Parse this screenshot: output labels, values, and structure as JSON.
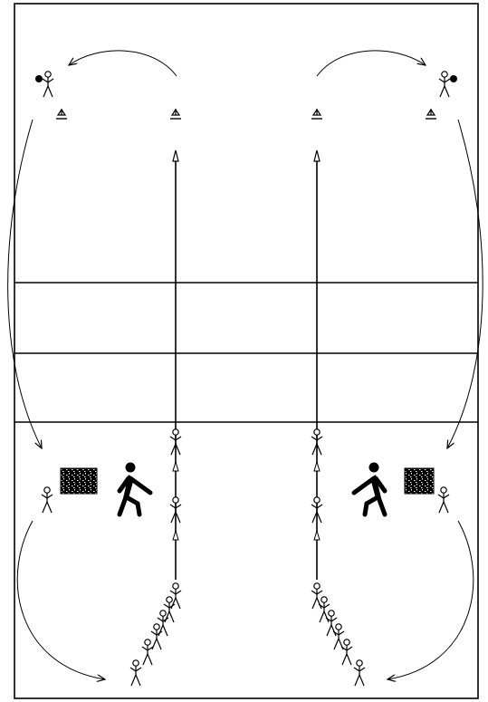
{
  "diagram": {
    "type": "volleyball drill court diagram",
    "colors": {
      "lines": "#000000",
      "background": "#ffffff",
      "mat": "#000000"
    },
    "icons": [
      "stick-figure",
      "coach-figure",
      "ball",
      "cone",
      "mat",
      "arrow"
    ]
  }
}
